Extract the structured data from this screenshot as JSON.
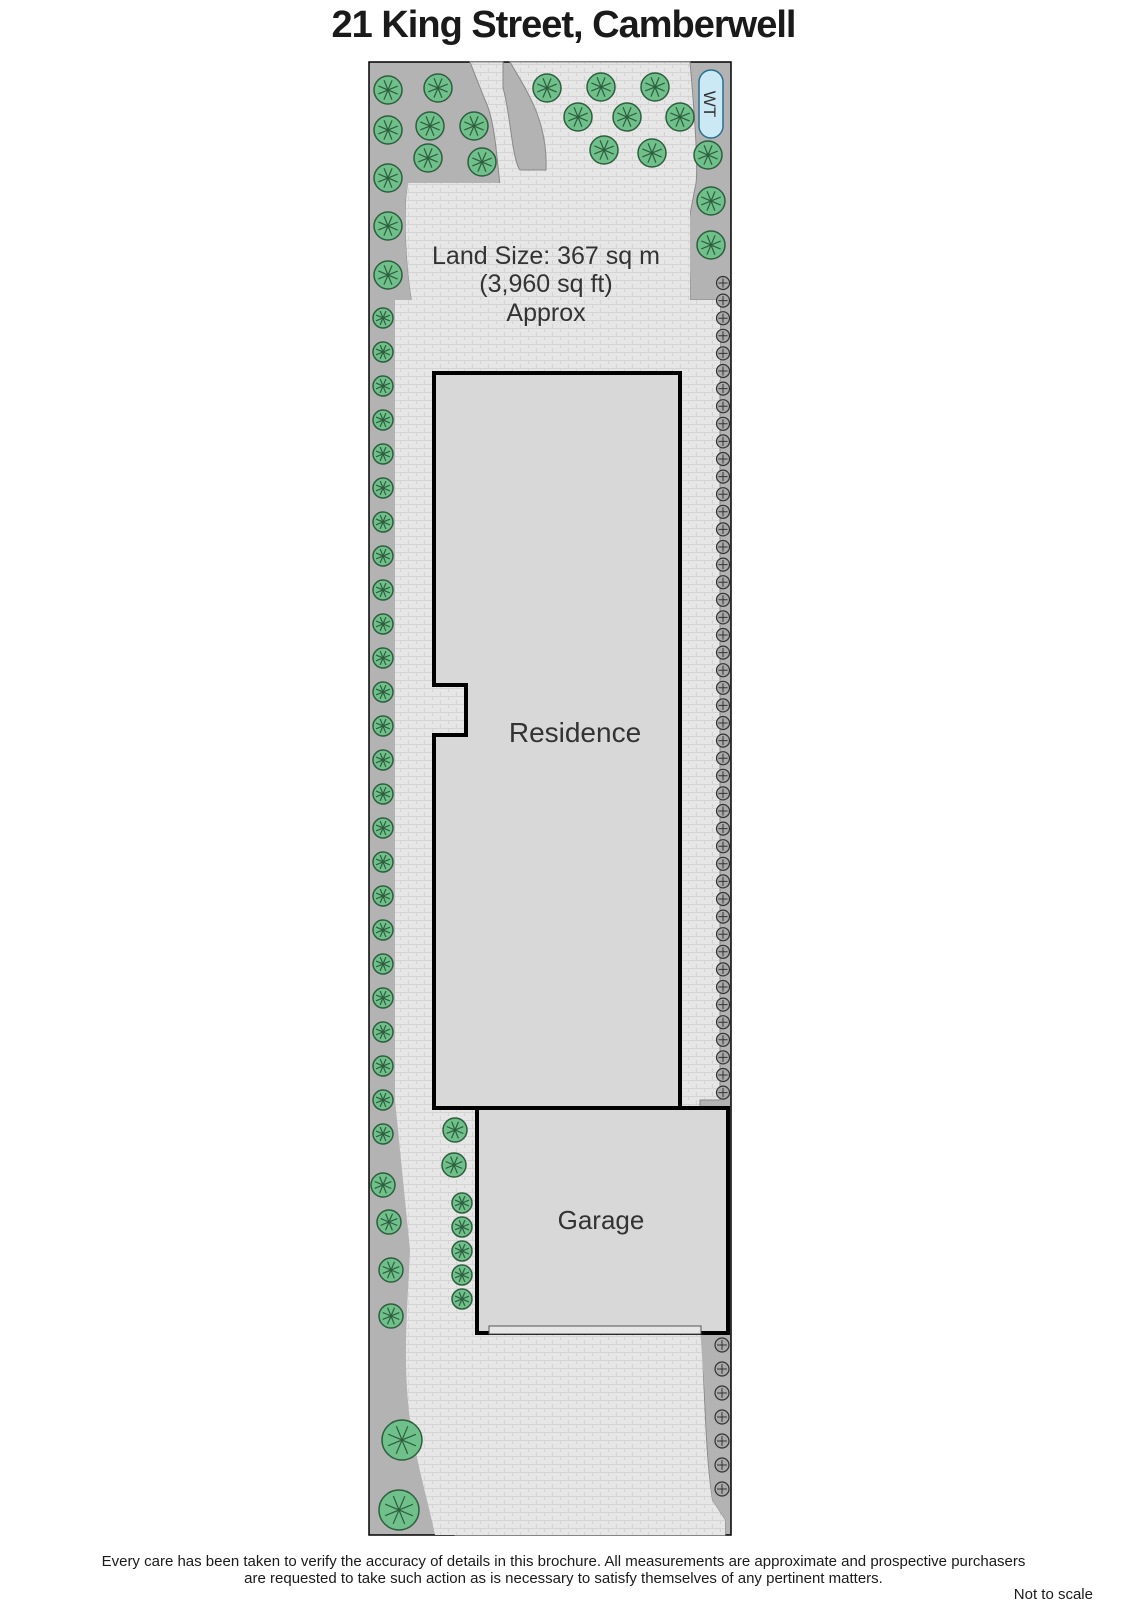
{
  "title": "21 King Street, Camberwell",
  "land_size": {
    "line1": "Land Size: 367 sq m",
    "line2": "(3,960 sq ft)",
    "line3": "Approx"
  },
  "rooms": {
    "residence": "Residence",
    "garage": "Garage"
  },
  "water_tank_label": "WT",
  "disclaimer": {
    "line1": "Every care has been taken to verify the accuracy of details in this brochure.  All measurements are approximate and prospective purchasers",
    "line2": "are requested to take such action as is necessary to satisfy themselves of any pertinent matters."
  },
  "scale_note": "Not to scale",
  "icons": {
    "tree": "tree-icon",
    "shrub": "shrub-icon",
    "water_tank": "water-tank-icon"
  },
  "colors": {
    "garden": "#b3b3b3",
    "paving": "#e6e6e6",
    "building": "#d8d8d8",
    "outline": "#000000",
    "tree": "#6fc08a",
    "tree_line": "#2e5e3e",
    "tank": "#cbe9f5"
  }
}
